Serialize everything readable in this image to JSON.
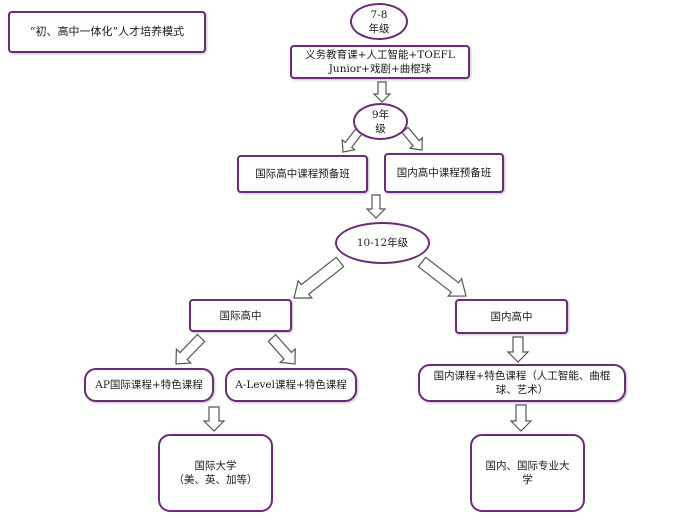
{
  "title": "“初、高中一体化”人才培养模式",
  "nodes": {
    "grade_7_8": "7-8\n年级",
    "compulsory": "义务教育课+人工智能+TOEFL\nJunior+戏剧+曲棍球",
    "grade_9": "9年\n级",
    "intl_prep": "国际高中课程预备班",
    "dom_prep": "国内高中课程预备班",
    "grade_10_12": "10-12年级",
    "intl_high": "国际高中",
    "dom_high": "国内高中",
    "ap": "AP国际课程+特色课程",
    "alevel": "A-Level课程+特色课程",
    "dom_course": "国内课程+特色课程（人工智能、曲棍\n球、艺术）",
    "intl_univ": "国际大学\n（美、英、加等）",
    "dom_univ": "国内、国际专业大\n学"
  },
  "colors": {
    "border": "#6b2b79",
    "arrow_stroke": "#555555",
    "arrow_fill": "#ffffff",
    "text": "#1a1a1a"
  }
}
